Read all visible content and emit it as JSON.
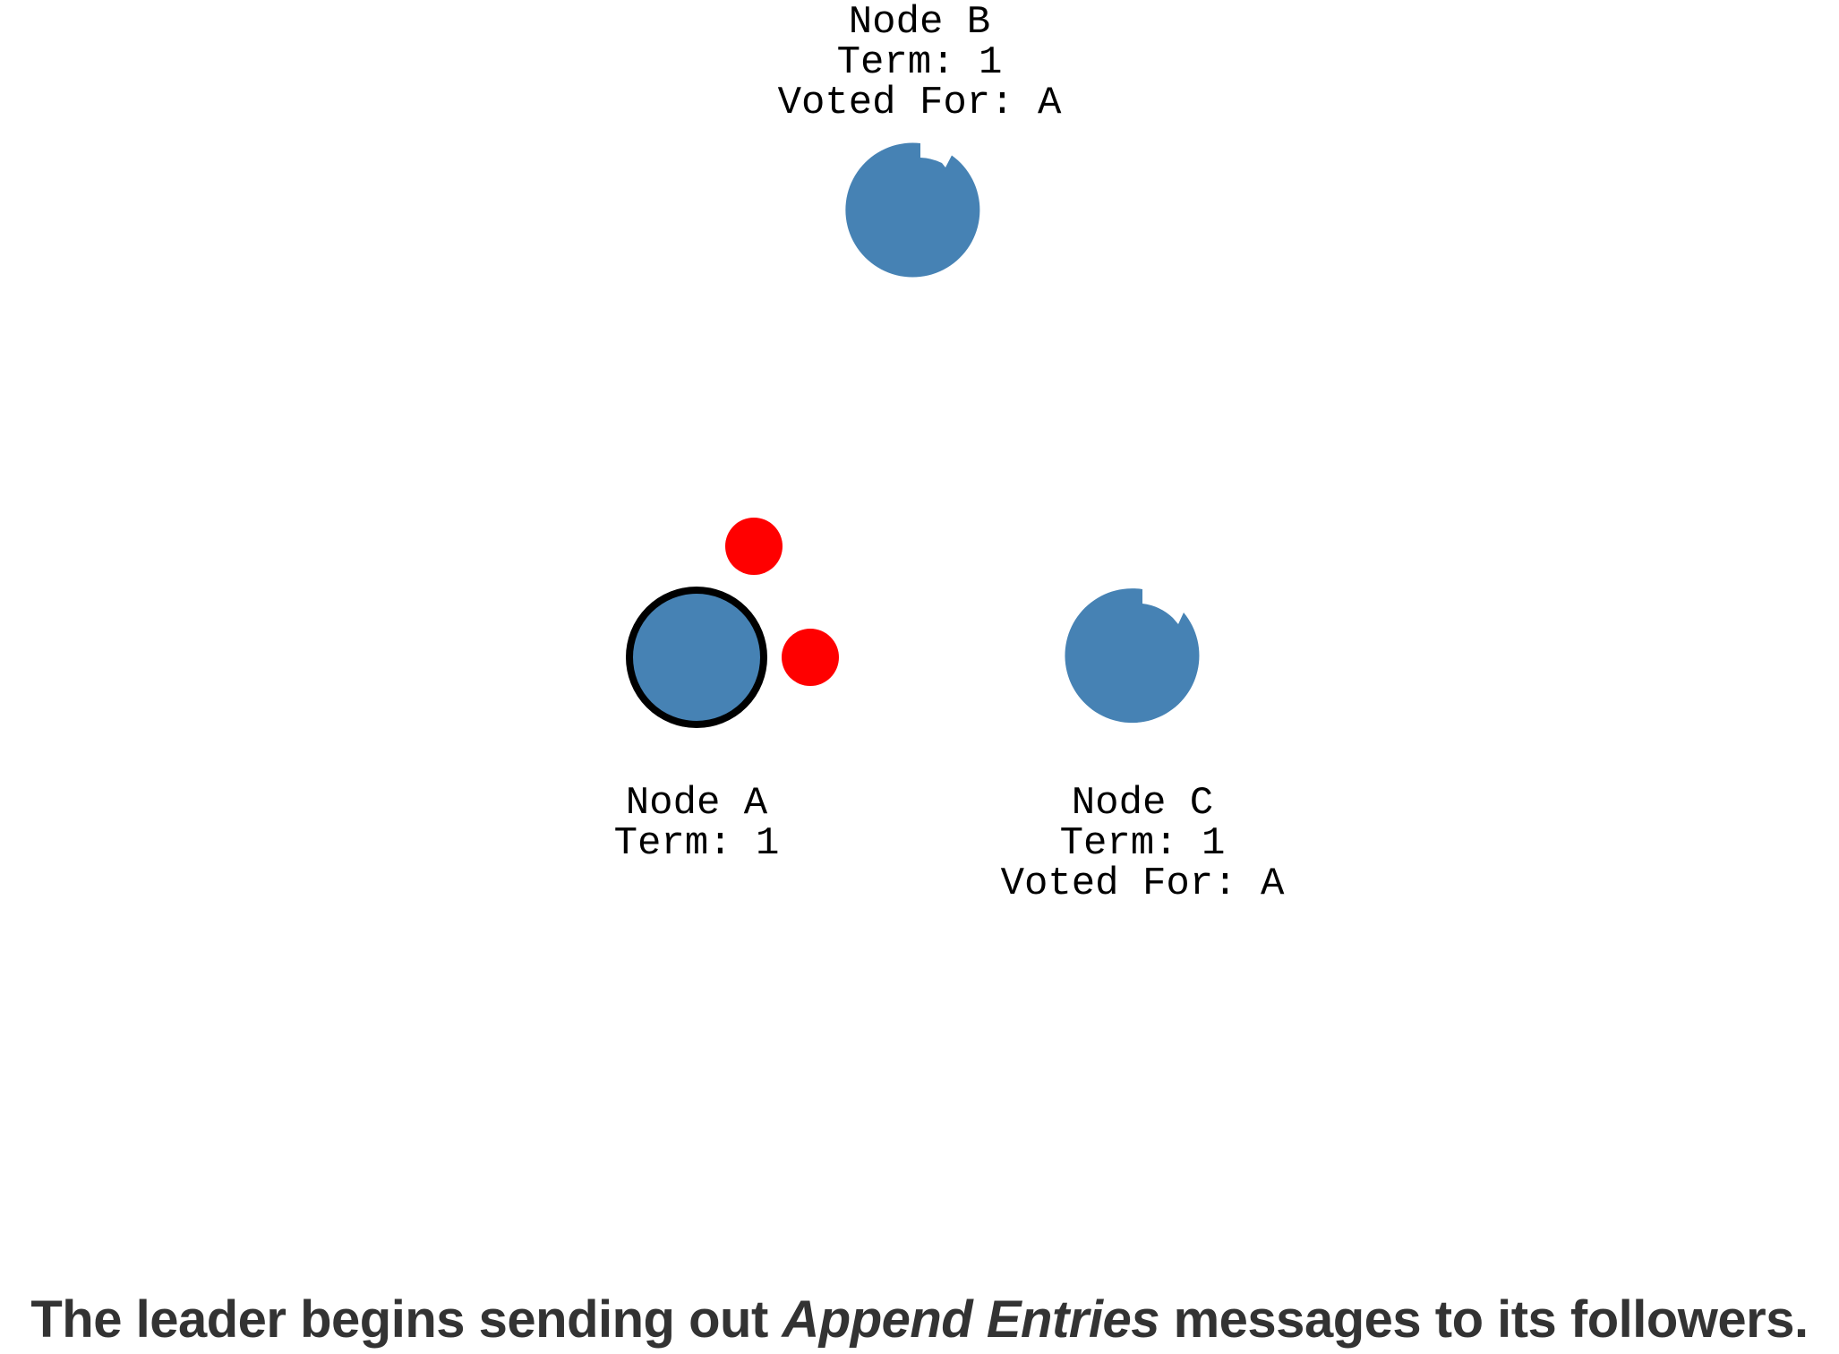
{
  "colors": {
    "node_fill": "#4682b4",
    "leader_stroke": "#000000",
    "message": "#ff0000",
    "caption": "#333333"
  },
  "nodes": {
    "a": {
      "name": "Node A",
      "term": "Term: 1",
      "role": "leader"
    },
    "b": {
      "name": "Node B",
      "term": "Term: 1",
      "voted_for": "Voted For: A",
      "role": "follower",
      "election_timeout_remaining": 0.9
    },
    "c": {
      "name": "Node C",
      "term": "Term: 1",
      "voted_for": "Voted For: A",
      "role": "follower",
      "election_timeout_remaining": 0.9
    }
  },
  "messages": [
    {
      "type": "Append Entries",
      "from": "A",
      "to": "B"
    },
    {
      "type": "Append Entries",
      "from": "A",
      "to": "C"
    }
  ],
  "caption": {
    "before": "The leader begins sending out ",
    "emphasis": "Append Entries",
    "after": " messages to its followers."
  }
}
